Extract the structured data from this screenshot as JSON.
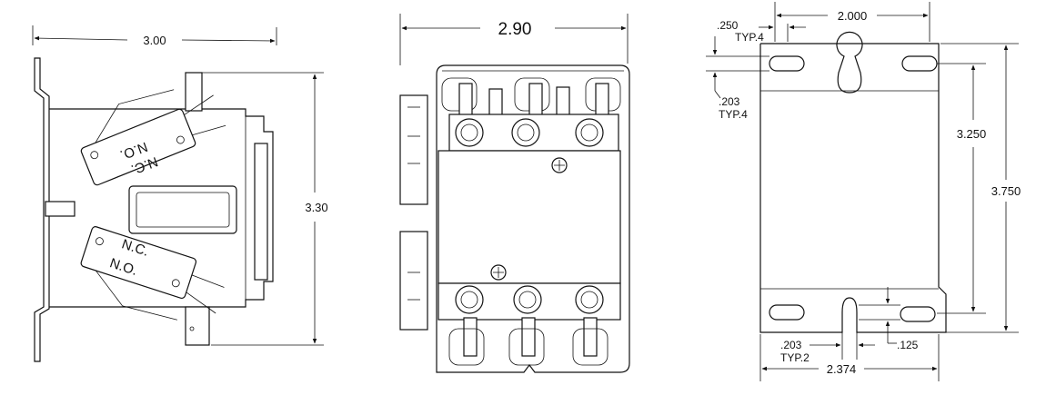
{
  "side_view": {
    "width_dim": "3.00",
    "height_dim": "3.30",
    "switch_upper_no": "N.O.",
    "switch_upper_nc": "N.C.",
    "switch_lower_nc": "N.C.",
    "switch_lower_no": "N.O."
  },
  "front_view": {
    "width_dim": "2.90"
  },
  "mount_view": {
    "hole_spacing": "2.000",
    "slot_offset": ".250",
    "slot_offset_note": "TYP.4",
    "slot_width": ".203",
    "slot_width_note": "TYP.4",
    "inner_height": "3.250",
    "outer_height": "3.750",
    "bottom_slot_width": ".203",
    "bottom_slot_note": "TYP.2",
    "bottom_offset": ".125",
    "base_width": "2.374"
  }
}
